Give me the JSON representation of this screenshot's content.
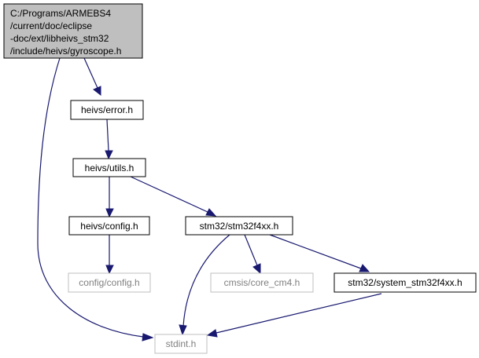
{
  "graph": {
    "root": {
      "lines": [
        "C:/Programs/ARMEBS4",
        "/current/doc/eclipse",
        "-doc/ext/libheivs_stm32",
        "/include/heivs/gyroscope.h"
      ]
    },
    "nodes": {
      "error": "heivs/error.h",
      "utils": "heivs/utils.h",
      "config": "heivs/config.h",
      "stm32f4xx": "stm32/stm32f4xx.h",
      "config_ext": "config/config.h",
      "core_cm4": "cmsis/core_cm4.h",
      "system": "stm32/system_stm32f4xx.h",
      "stdint": "stdint.h"
    },
    "colors": {
      "edge": "#191970",
      "root_fill": "#bfbfbf",
      "external_border": "#bfbfbf",
      "external_text": "#808080"
    }
  }
}
